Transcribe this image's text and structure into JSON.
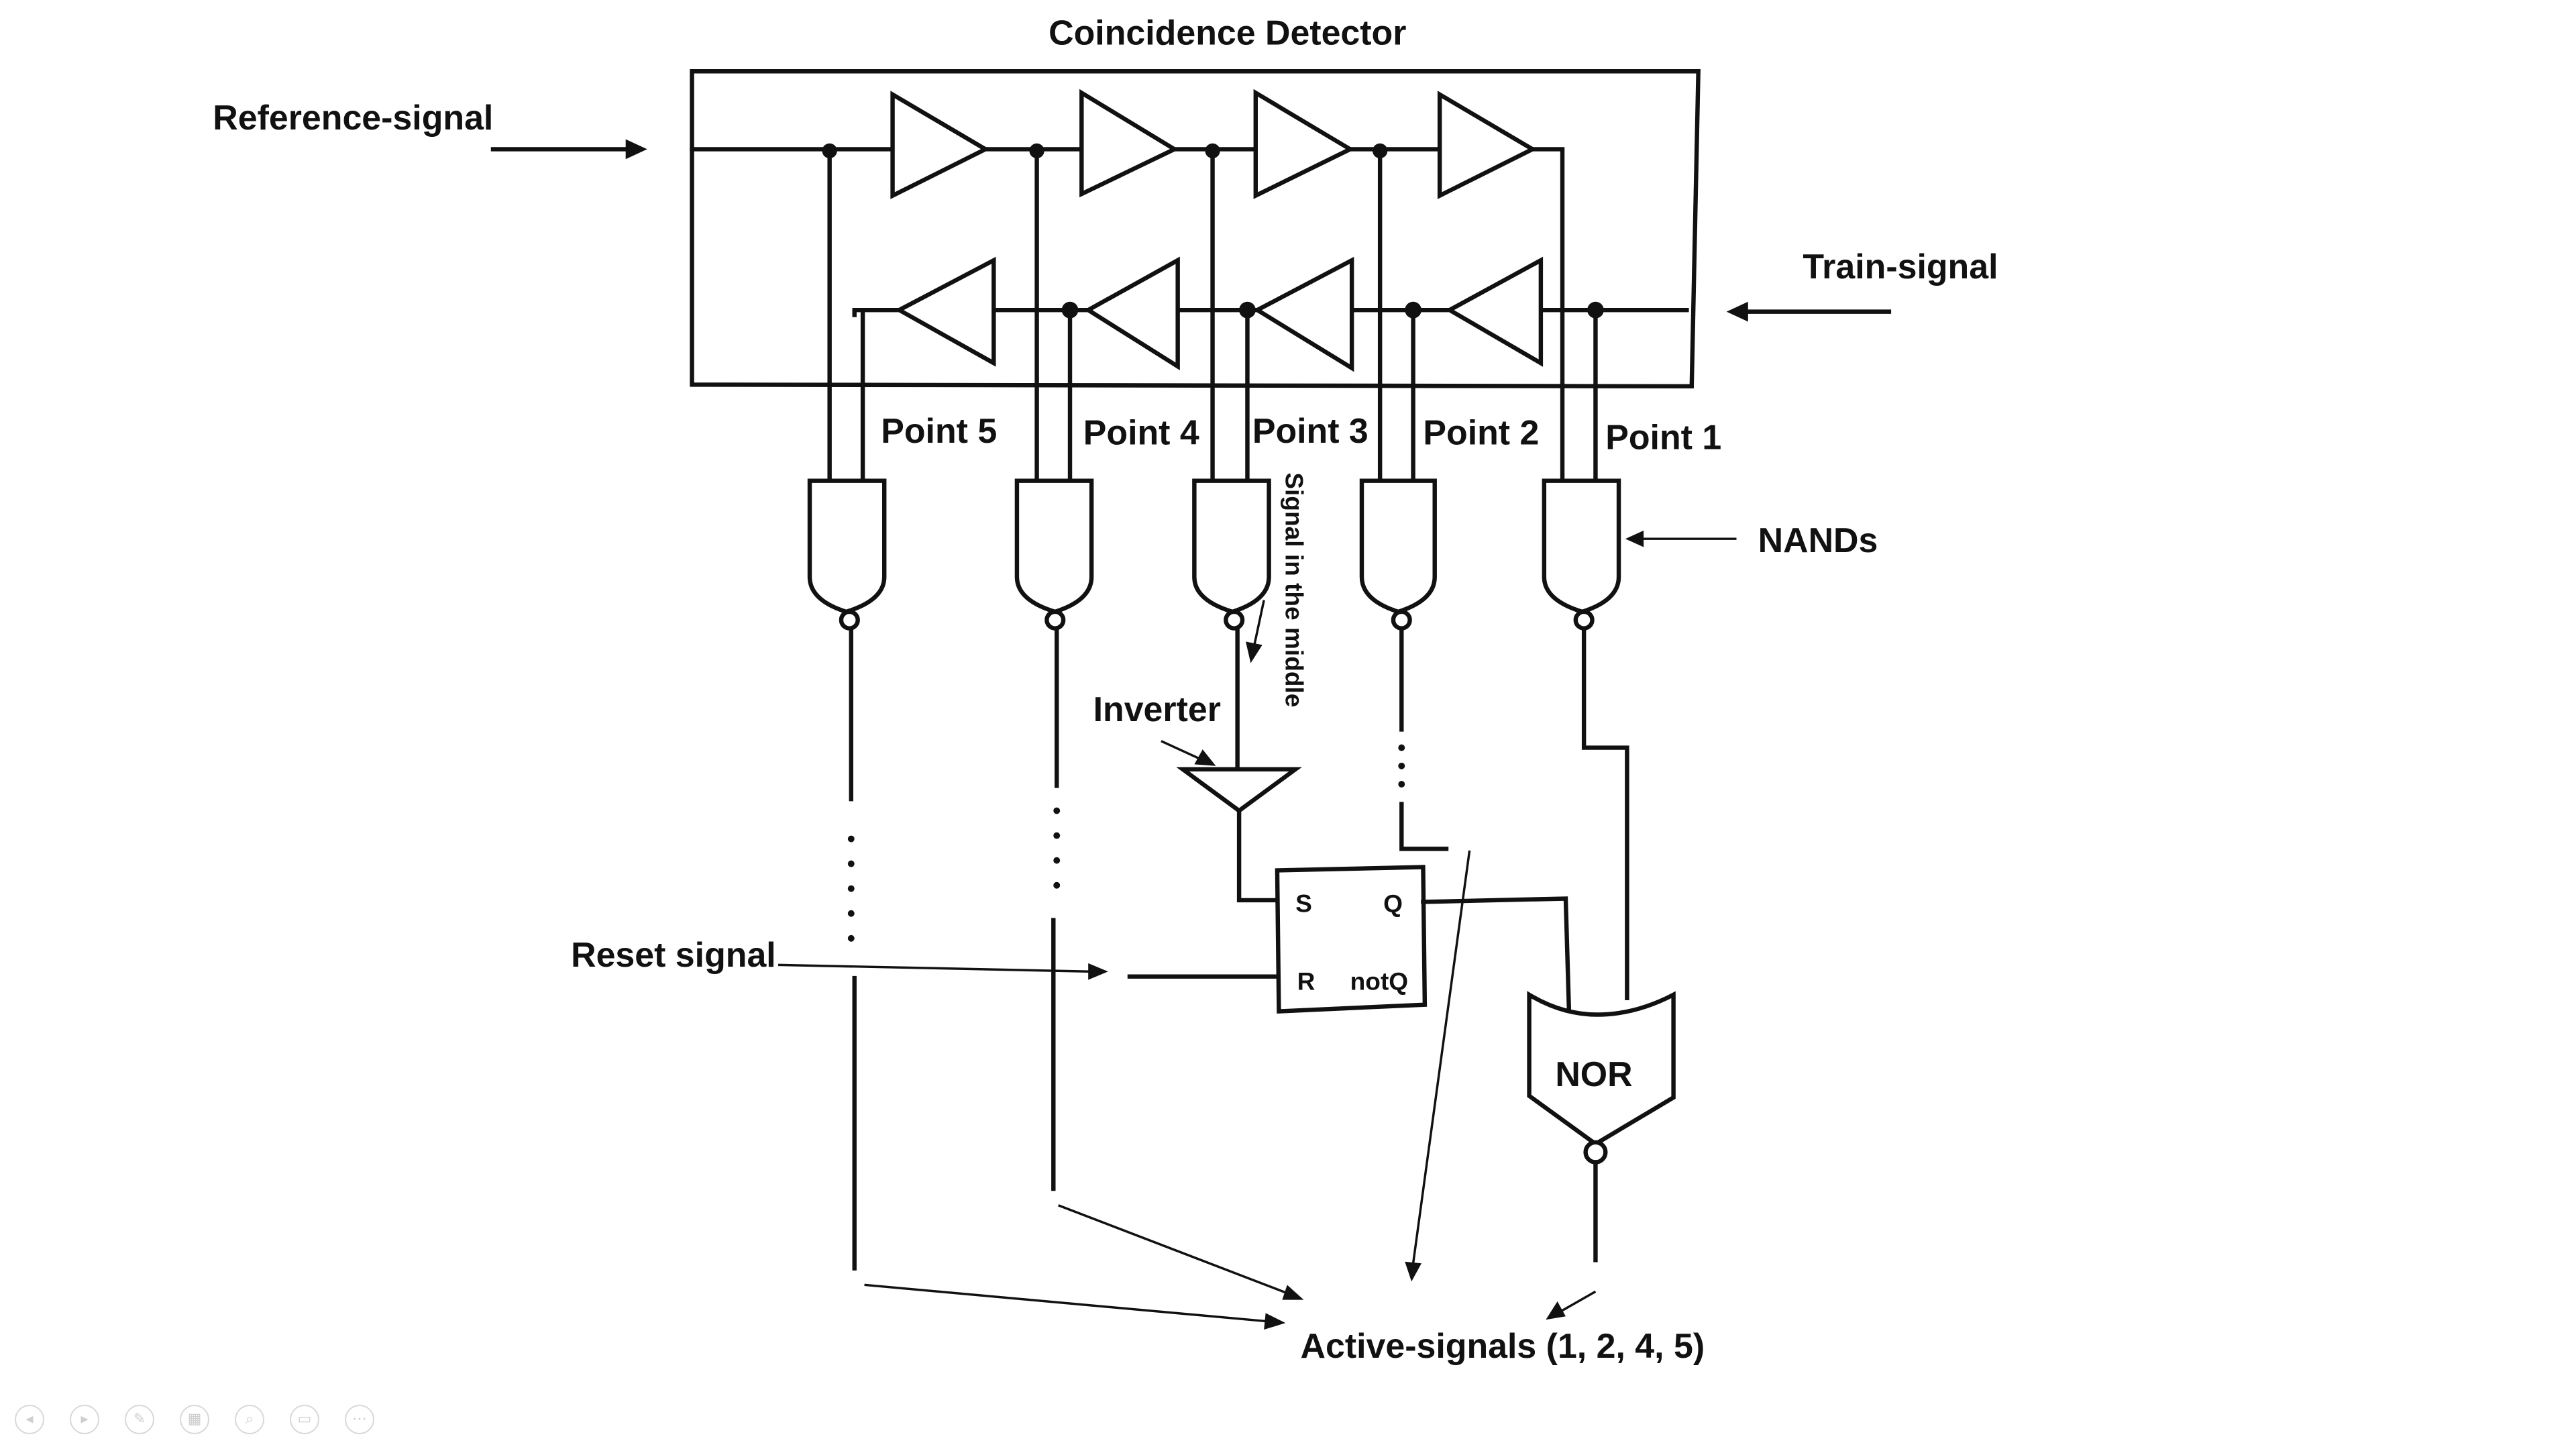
{
  "diagram": {
    "title": "Coincidence Detector",
    "labels": {
      "reference_signal": "Reference-signal",
      "train_signal": "Train-signal",
      "nands": "NANDs",
      "signal_in_middle": "Signal in the middle",
      "inverter": "Inverter",
      "reset_signal": "Reset signal",
      "active_signals": "Active-signals (1, 2, 4, 5)"
    },
    "points": [
      "Point 5",
      "Point 4",
      "Point 3",
      "Point 2",
      "Point 1"
    ],
    "sr_latch": {
      "s": "S",
      "r": "R",
      "q": "Q",
      "not_q": "notQ"
    },
    "nor": "NOR"
  },
  "toolbar": {
    "icons": [
      "prev-slide-icon",
      "next-slide-icon",
      "pen-icon",
      "slides-grid-icon",
      "zoom-icon",
      "subtitle-icon",
      "more-icon"
    ],
    "glyphs": [
      "◂",
      "▸",
      "✎",
      "▦",
      "⌕",
      "▭",
      "⋯"
    ]
  }
}
